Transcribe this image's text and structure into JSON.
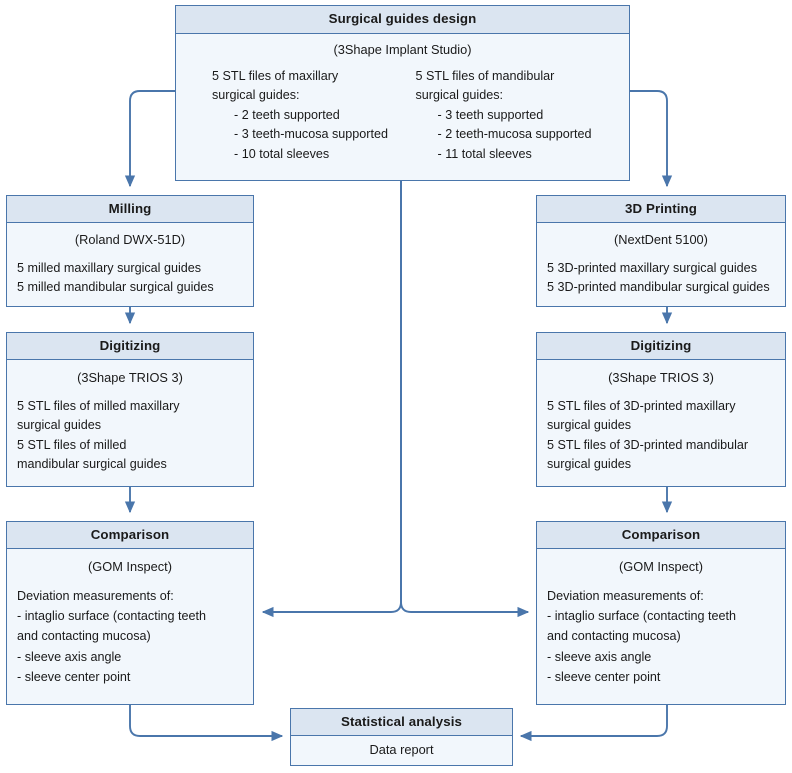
{
  "diagram": {
    "title": "Surgical guides workflow flowchart",
    "accent_border": "#4a76ab",
    "header_fill": "#dbe5f1",
    "body_fill": "#f2f7fc",
    "connector_color": "#4a76ab"
  },
  "design": {
    "header": "Surgical guides design",
    "subtitle": "(3Shape Implant Studio)",
    "columns": [
      {
        "heading_line1": "5 STL files of maxillary",
        "heading_line2": "surgical guides:",
        "bullets": [
          "- 2 teeth supported",
          "- 3 teeth-mucosa supported",
          "- 10 total sleeves"
        ]
      },
      {
        "heading_line1": "5 STL files of mandibular",
        "heading_line2": "surgical guides:",
        "bullets": [
          "- 3 teeth supported",
          "- 2 teeth-mucosa supported",
          "- 11 total sleeves"
        ]
      }
    ]
  },
  "milling": {
    "header": "Milling",
    "subtitle": "(Roland DWX-51D)",
    "lines": [
      "5 milled maxillary surgical guides",
      "5 milled mandibular surgical guides"
    ]
  },
  "printing": {
    "header": "3D Printing",
    "subtitle": "(NextDent 5100)",
    "lines": [
      "5 3D-printed maxillary surgical guides",
      "5 3D-printed mandibular surgical guides"
    ]
  },
  "digitizing_left": {
    "header": "Digitizing",
    "subtitle": "(3Shape TRIOS 3)",
    "lines": [
      "5 STL files of milled maxillary",
      "surgical guides",
      "5 STL files of milled",
      "mandibular surgical guides"
    ]
  },
  "digitizing_right": {
    "header": "Digitizing",
    "subtitle": "(3Shape TRIOS 3)",
    "lines": [
      "5 STL files of 3D-printed maxillary",
      "surgical guides",
      "5 STL files of 3D-printed mandibular",
      "surgical guides"
    ]
  },
  "comparison_left": {
    "header": "Comparison",
    "subtitle": "(GOM Inspect)",
    "lines": [
      "Deviation measurements of:",
      "- intaglio surface (contacting teeth",
      "and contacting mucosa)",
      "- sleeve axis angle",
      "- sleeve center point"
    ]
  },
  "comparison_right": {
    "header": "Comparison",
    "subtitle": "(GOM Inspect)",
    "lines": [
      "Deviation measurements of:",
      "- intaglio surface (contacting teeth",
      "and contacting mucosa)",
      "- sleeve axis angle",
      "- sleeve center point"
    ]
  },
  "statistics": {
    "header": "Statistical analysis",
    "body": "Data report"
  }
}
